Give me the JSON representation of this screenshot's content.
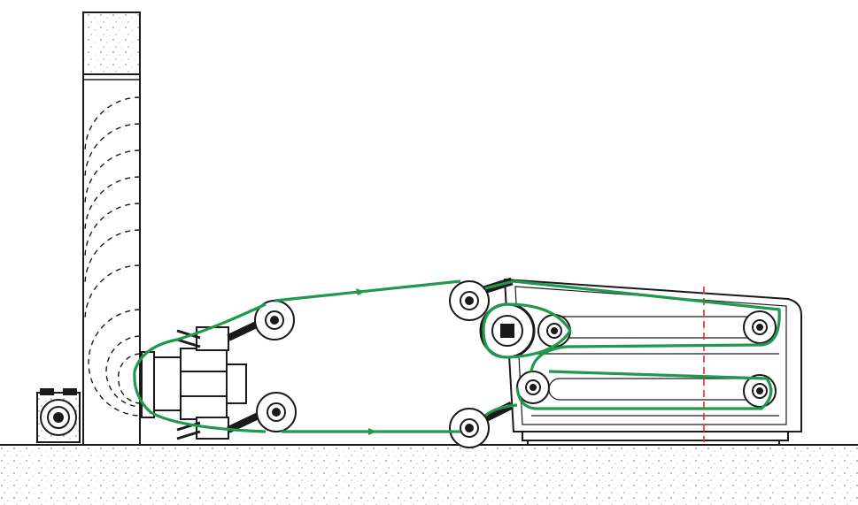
{
  "colors": {
    "ink": "#1a1a1a",
    "wire": "#1f9a4c",
    "centerline": "#e0302a",
    "ground": "#d8d8d8",
    "background": "#ffffff"
  },
  "diagram": {
    "type": "technical-drawing",
    "subject": "wire-saw-system",
    "components": [
      "concrete-block-with-cut",
      "drive-motor-unit",
      "guide-pulley-assembly",
      "wire-storage-machine",
      "diamond-wire-loop",
      "ground-surface"
    ],
    "wire_direction_arrows": 2,
    "centerline_dashed": true
  }
}
